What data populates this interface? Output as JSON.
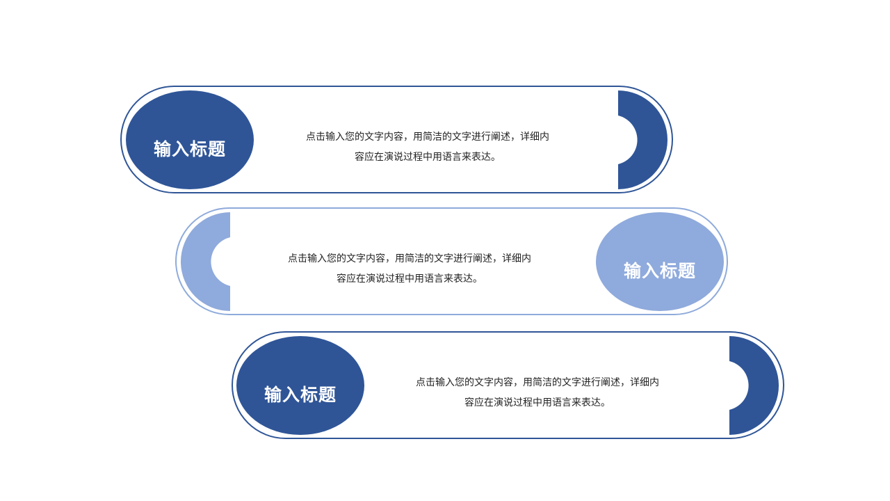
{
  "colors": {
    "dark_blue": "#2f5597",
    "light_blue": "#8faadc",
    "light_outline": "#8eaadb",
    "text": "#222222"
  },
  "rows": [
    {
      "title": "输入标题",
      "text_line1": "点击输入您的文字内容，用简洁的文字进行阐述，详细内",
      "text_line2": "容应在演说过程中用语言来表达。",
      "theme": "dark",
      "title_side": "left"
    },
    {
      "title": "输入标题",
      "text_line1": "点击输入您的文字内容，用简洁的文字进行阐述，详细内",
      "text_line2": "容应在演说过程中用语言来表达。",
      "theme": "light",
      "title_side": "right"
    },
    {
      "title": "输入标题",
      "text_line1": "点击输入您的文字内容，用简洁的文字进行阐述，详细内",
      "text_line2": "容应在演说过程中用语言来表达。",
      "theme": "dark",
      "title_side": "left"
    }
  ]
}
